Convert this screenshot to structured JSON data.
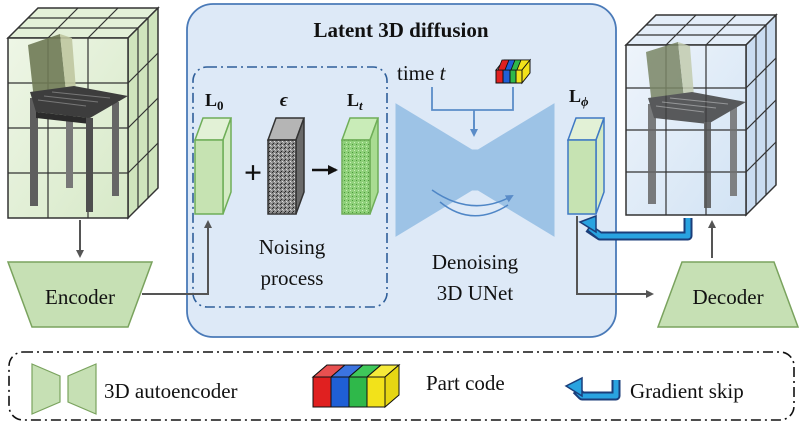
{
  "title": "Latent 3D diffusion",
  "labels": {
    "encoder": "Encoder",
    "decoder": "Decoder",
    "noising_line1": "Noising",
    "noising_line2": "process",
    "denoising_line1": "Denoising",
    "denoising_line2": "3D UNet",
    "time_word": "time",
    "time_var": "t",
    "L0_main": "L",
    "L0_sub": "0",
    "eps": "ϵ",
    "Lt_main": "L",
    "Lt_sub": "t",
    "Lphi_main": "L",
    "Lphi_sub": "ϕ",
    "plus": "+"
  },
  "legend": {
    "autoencoder": "3D autoencoder",
    "part_code": "Part code",
    "gradient_skip": "Gradient skip"
  },
  "colors": {
    "panel_fill": "#dde9f7",
    "panel_stroke": "#4a7ab8",
    "latent_green": "#c6e3b2",
    "latent_green_stroke": "#7ab861",
    "unet_blue": "#9dc3e6",
    "encoder_green": "#c6e0b4",
    "gradient_arrow": "#29a3e0",
    "part_code": [
      "#e02020",
      "#1f5fd6",
      "#2fb84a",
      "#f2e21a"
    ]
  }
}
